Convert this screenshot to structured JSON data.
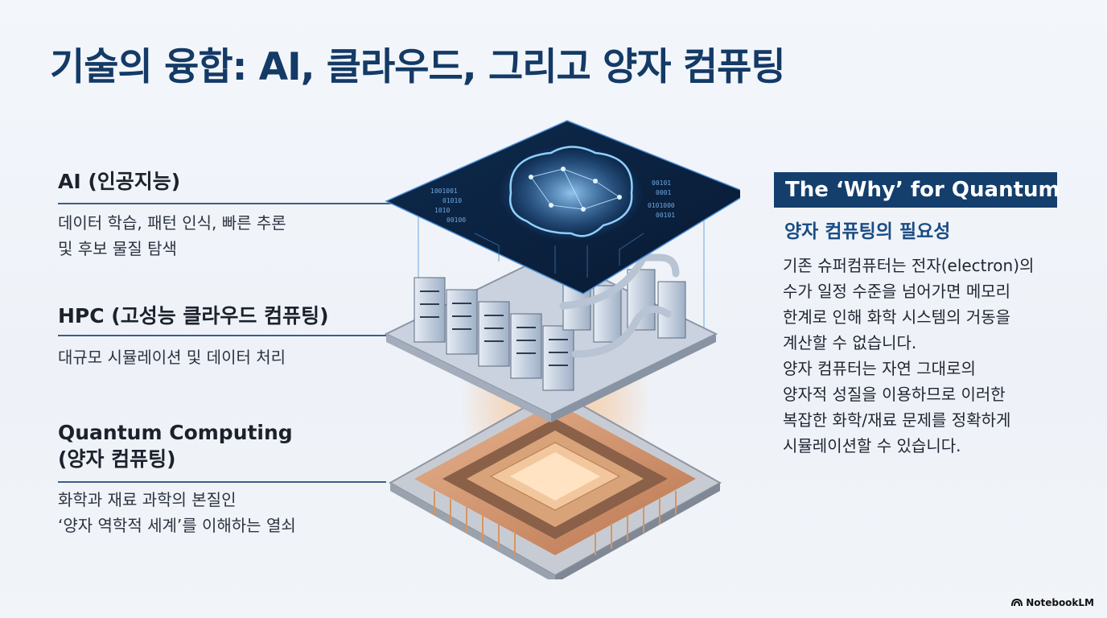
{
  "title": "기술의 융합: AI, 클라우드, 그리고 양자 컴퓨팅",
  "left": {
    "ai": {
      "heading": "AI (인공지능)",
      "desc": [
        "데이터 학습, 패턴 인식, 빠른 추론",
        "및 후보 물질 탐색"
      ]
    },
    "hpc": {
      "heading": "HPC (고성능 클라우드 컴퓨팅)",
      "desc": [
        "대규모 시뮬레이션 및 데이터 처리"
      ]
    },
    "quantum": {
      "heading": [
        "Quantum Computing",
        "(양자 컴퓨팅)"
      ],
      "desc": [
        "화학과 재료 과학의 본질인",
        "‘양자 역학적 세계’를 이해하는 열쇠"
      ]
    }
  },
  "right": {
    "banner": "The ‘Why’ for Quantum",
    "subtitle": "양자 컴퓨팅의 필요성",
    "body": [
      "기존 슈퍼컴퓨터는 전자(electron)의",
      "수가 일정 수준을 넘어가면 메모리",
      "한계로 인해 화학 시스템의 거동을",
      "계산할 수 없습니다.",
      "양자 컴퓨터는 자연 그대로의",
      "양자적 성질을 이용하므로 이러한",
      "복잡한 화학/재료 문제를 정확하게",
      "시뮬레이션할 수 있습니다."
    ]
  },
  "brain_panel_codes": [
    "1001001",
    "01010",
    "1010",
    "00100",
    "00101",
    "0001",
    "0101000",
    "00101"
  ],
  "brand": "NotebookLM",
  "colors": {
    "title": "#143a66",
    "banner_bg": "#143e6c",
    "subtitle": "#1b4d84",
    "copper": "#c98a5a",
    "brain_glow": "#5fb0ff",
    "panel_dark": "#0c2340"
  }
}
